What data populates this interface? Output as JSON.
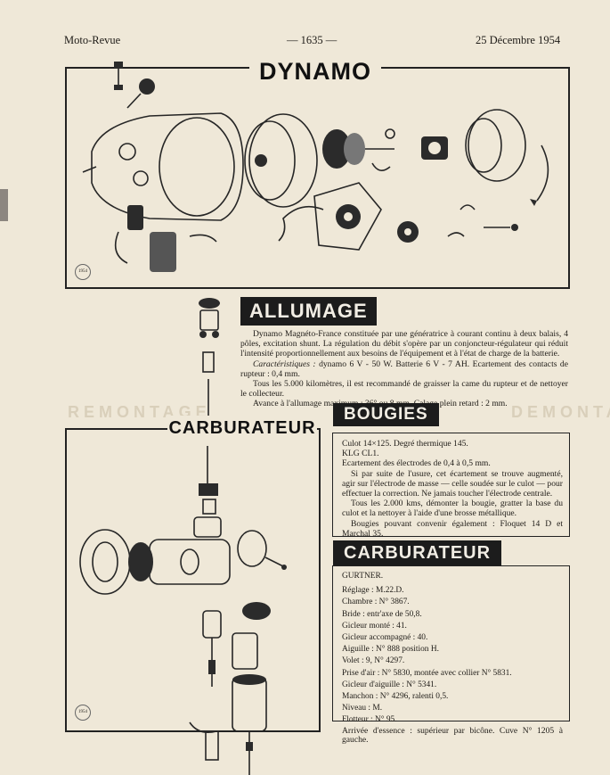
{
  "header": {
    "magazine": "Moto-Revue",
    "page": "— 1635 —",
    "date": "25 Décembre 1954"
  },
  "dynamo": {
    "title": "DYNAMO"
  },
  "allumage": {
    "title": "ALLUMAGE",
    "p1": "Dynamo Magnéto-France constituée par une génératrice à courant continu à deux balais, 4 pôles, excitation shunt. La régulation du débit s'opère par un conjoncteur-régulateur qui réduit l'intensité proportionnellement aux besoins de l'équipement et à l'état de charge de la batterie.",
    "p2_label": "Caractéristiques :",
    "p2": " dynamo 6 V - 50 W. Batterie 6 V - 7 AH. Ecartement des contacts de rupteur : 0,4 mm.",
    "p3": "Tous les 5.000 kilomètres, il est recommandé de graisser la came du rupteur et de nettoyer le collecteur.",
    "p4": "Avance à l'allumage maximum : 36° ou 8 mm. Calage plein retard : 2 mm."
  },
  "watermark": {
    "left": "REMONTAGE",
    "right": "DEMONTA"
  },
  "carburateur_fig": {
    "title": "CARBURATEUR"
  },
  "bougies": {
    "title": "BOUGIES",
    "l1": "Culot 14×125. Degré thermique 145.",
    "l2": "KLG CL1.",
    "l3": "Ecartement des électrodes de 0,4 à 0,5 mm.",
    "p1": "Si par suite de l'usure, cet écartement se trouve augmenté, agir sur l'électrode de masse — celle soudée sur le culot — pour effectuer la correction. Ne jamais toucher l'électrode centrale.",
    "p2": "Tous les 2.000 kms, démonter la bougie, gratter la base du culot et la nettoyer à l'aide d'une brosse métallique.",
    "p3": "Bougies pouvant convenir également : Floquet 14 D et Marchal 35."
  },
  "carburateur": {
    "title": "CARBURATEUR",
    "brand": "GURTNER.",
    "specs": [
      "Réglage : M.22.D.",
      "Chambre : N° 3867.",
      "Bride : entr'axe de 50,8.",
      "Gicleur monté : 41.",
      "Gicleur accompagné : 40.",
      "Aiguille : N° 888 position H.",
      "Volet : 9, N° 4297.",
      "Prise d'air : N° 5830, montée avec collier N° 5831.",
      "Gicleur d'aiguille : N° 5341.",
      "Manchon : N° 4296, ralenti 0,5.",
      "Niveau : M.",
      "Flotteur : N° 95."
    ],
    "last": "Arrivée d'essence : supérieur par bicône. Cuve N° 1205 à gauche."
  },
  "stamps": {
    "top": "1954",
    "bottom": "1954"
  },
  "icons": [
    "dynamo-exploded-drawing",
    "allumage-parts-drawing",
    "carburateur-exploded-drawing"
  ]
}
